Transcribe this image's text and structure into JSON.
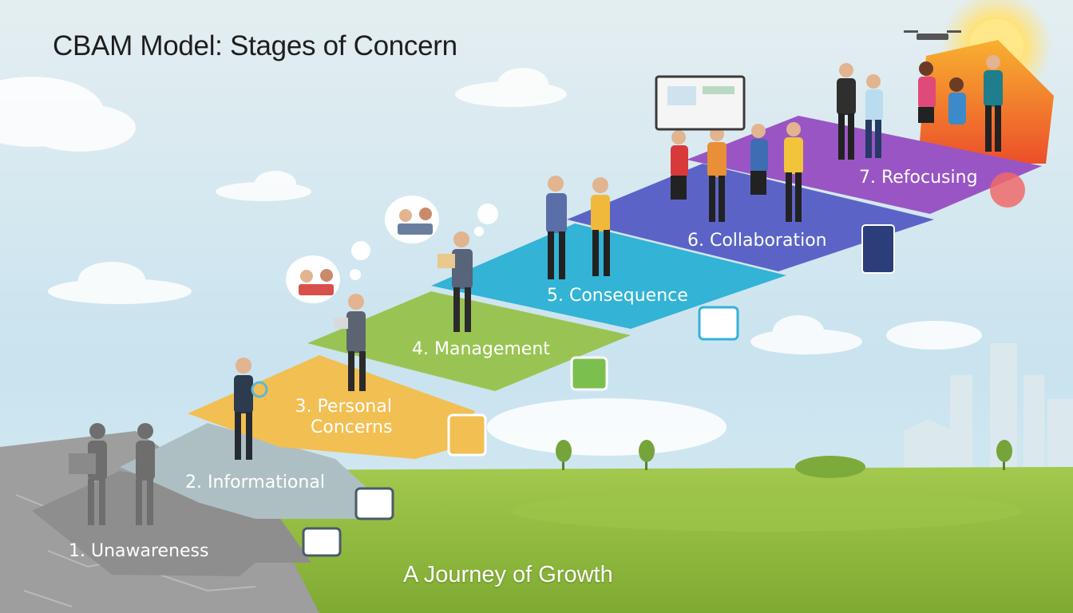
{
  "title": "CBAM Model: Stages of Concern",
  "footer": "A Journey of Growth",
  "stages": [
    {
      "label": "1. Unawareness",
      "color": "#8e8e8e"
    },
    {
      "label": "2. Informational",
      "color": "#aebfc3"
    },
    {
      "label": "3. Personal Concerns",
      "line1": "3. Personal",
      "line2": "Concerns",
      "color": "#f2bf52"
    },
    {
      "label": "4. Management",
      "color": "#99c453"
    },
    {
      "label": "5. Consequence",
      "color": "#33b3d5"
    },
    {
      "label": "6. Collaboration",
      "color": "#5b64c6"
    },
    {
      "label": "7. Refocusing",
      "color": "#9a55c4"
    }
  ],
  "colors": {
    "sky": "#cfe6f0",
    "grass": "#8dba3c",
    "sunset": "#f06a2a"
  }
}
